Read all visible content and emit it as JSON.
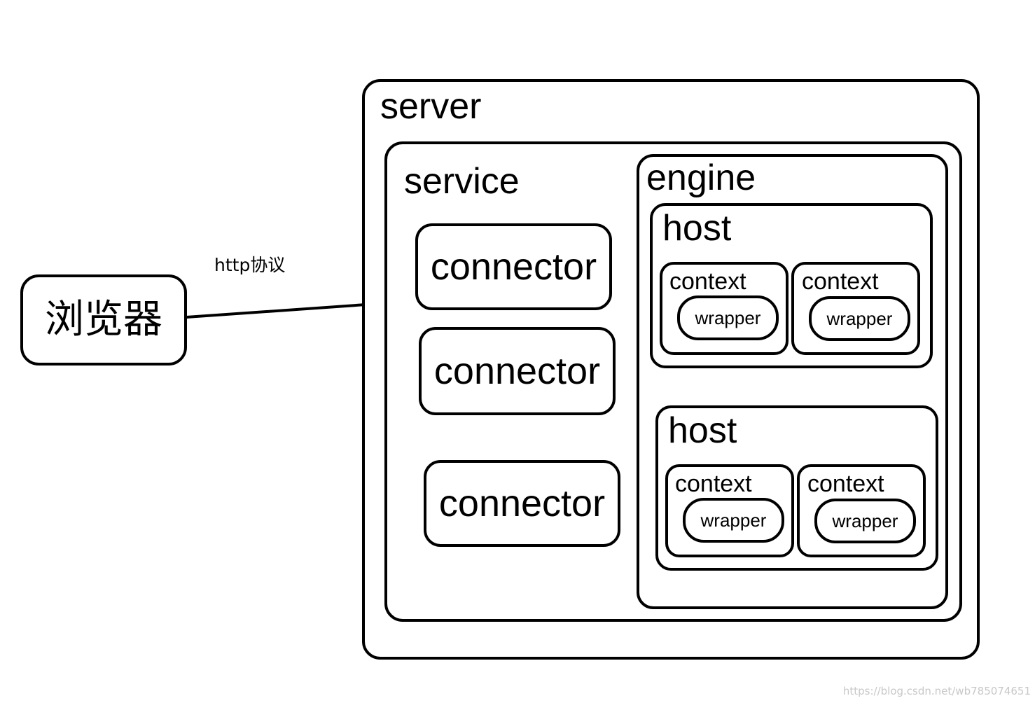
{
  "browser": {
    "label": "浏览器"
  },
  "protocol": {
    "label": "http协议"
  },
  "server": {
    "label": "server"
  },
  "service": {
    "label": "service"
  },
  "connectors": [
    {
      "label": "connector"
    },
    {
      "label": "connector"
    },
    {
      "label": "connector"
    }
  ],
  "engine": {
    "label": "engine"
  },
  "hosts": [
    {
      "label": "host",
      "contexts": [
        {
          "label": "context",
          "wrapper": "wrapper"
        },
        {
          "label": "context",
          "wrapper": "wrapper"
        }
      ]
    },
    {
      "label": "host",
      "contexts": [
        {
          "label": "context",
          "wrapper": "wrapper"
        },
        {
          "label": "context",
          "wrapper": "wrapper"
        }
      ]
    }
  ],
  "watermark": "https://blog.csdn.net/wb785074651"
}
